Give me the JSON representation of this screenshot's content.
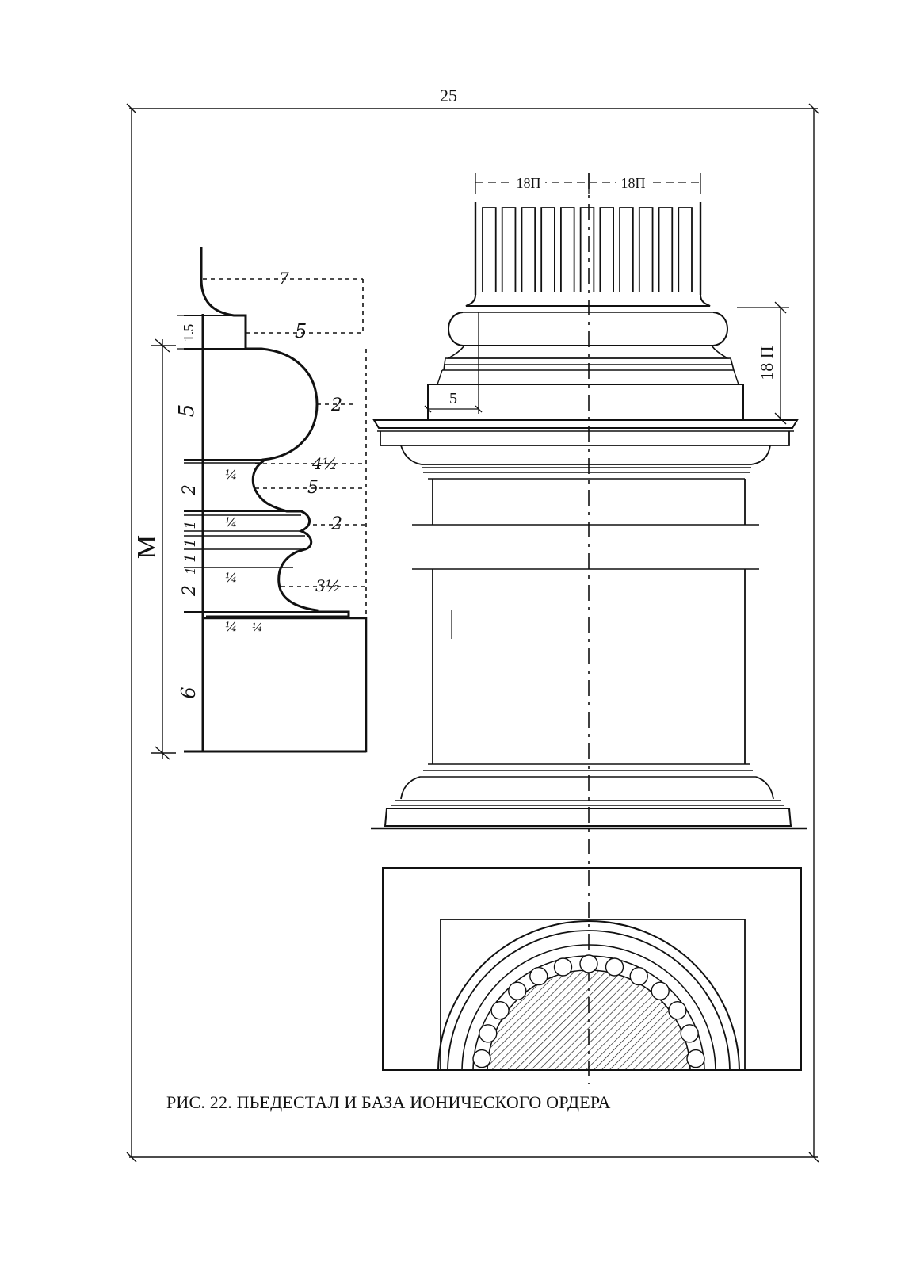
{
  "page_number": "25",
  "caption": "РИС. 22. ПЬЕДЕСТАЛ И БАЗА ИОНИЧЕСКОГО ОРДЕРА",
  "profile_heights": {
    "h_1_5": "1.5",
    "h_5": "5",
    "h_2_a": "2",
    "h_1_a": "1",
    "h_1_b": "1",
    "h_1_c": "1",
    "h_1_d": "1",
    "h_2_b": "2",
    "h_6": "6",
    "module": "M"
  },
  "profile_projections": {
    "p_7": "7",
    "p_5_a": "5",
    "p_2_a": "2",
    "p_4_half": "4½",
    "p_5_b": "5",
    "p_2_b": "2",
    "p_3_half": "3½"
  },
  "profile_quarters": {
    "q1": "¼",
    "q2": "¼",
    "q3": "¼",
    "q4": "¼",
    "q5": "¼"
  },
  "elevation_dims": {
    "half_width_left": "18П",
    "half_width_right": "18П",
    "base_height": "18 П",
    "projection": "5"
  }
}
